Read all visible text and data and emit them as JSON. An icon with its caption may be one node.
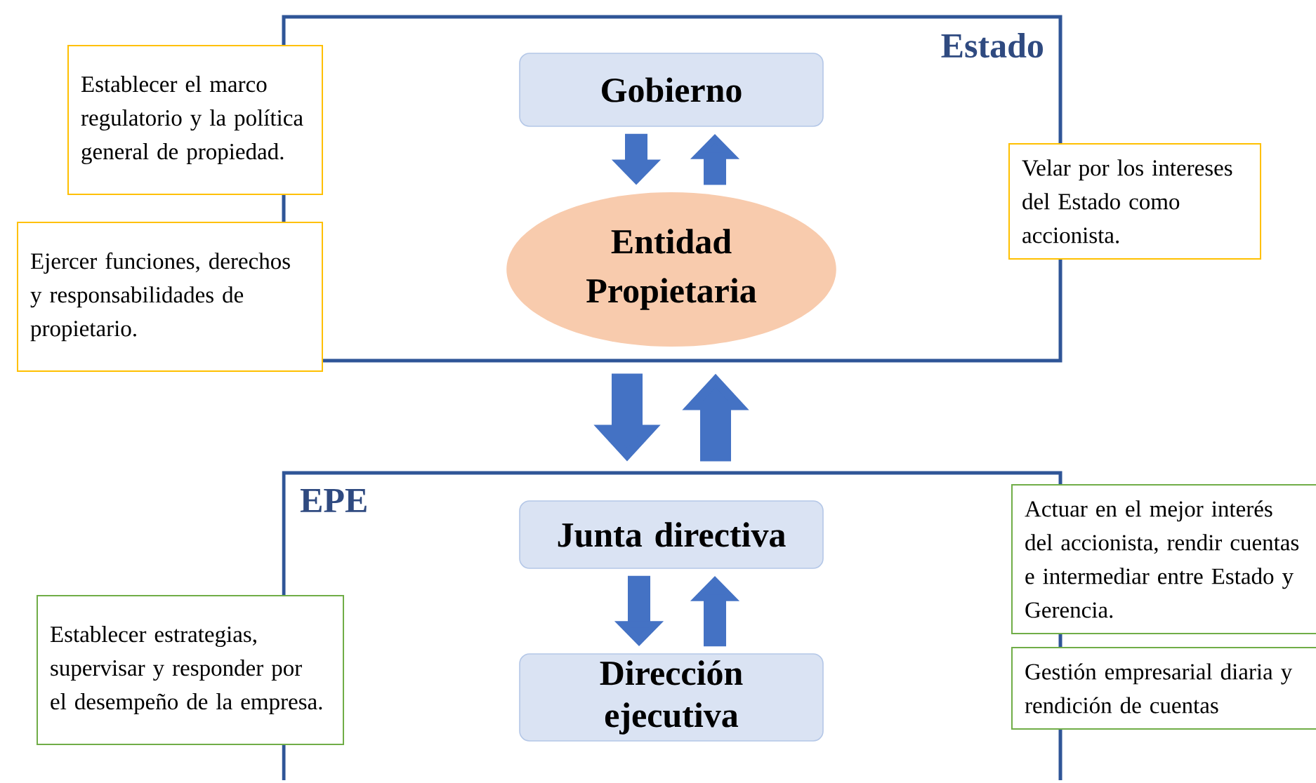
{
  "diagram": {
    "nodes": [
      {
        "text": [
          "Estado"
        ]
      },
      {
        "text": [
          "Gobierno"
        ],
        "in": 0
      },
      {
        "text": [
          "Entidad Propietaria"
        ],
        "in": 0
      },
      {
        "text": [
          "Establecer el marco regulatorio y la política general de propiedad."
        ]
      },
      {
        "text": [
          "Ejercer funciones, derechos y responsabilidades de propietario."
        ]
      },
      {
        "text": [
          "Velar por los intereses del Estado como accionista."
        ]
      },
      {
        "text": [
          "EPE"
        ]
      },
      {
        "text": [
          "Junta directiva"
        ],
        "in": 6
      },
      {
        "text": [
          "Dirección ejecutiva"
        ],
        "in": 6
      },
      {
        "text": [
          "Establecer estrategias, supervisar y responder por el desempeño de la empresa."
        ]
      },
      {
        "text": [
          "Actuar en el mejor interés del accionista, rendir cuentas e intermediar entre Estado y Gerencia."
        ]
      },
      {
        "text": [
          "Gestión empresarial diaria y rendición de cuentas"
        ]
      }
    ],
    "edges": [
      {
        "from": 1,
        "to": 2,
        "arrow": "to"
      },
      {
        "from": 2,
        "to": 1,
        "arrow": "to"
      },
      {
        "from": 0,
        "to": 6,
        "arrow": "to"
      },
      {
        "from": 6,
        "to": 0,
        "arrow": "to"
      },
      {
        "from": 7,
        "to": 8,
        "arrow": "to"
      },
      {
        "from": 8,
        "to": 7,
        "arrow": "to"
      }
    ]
  }
}
